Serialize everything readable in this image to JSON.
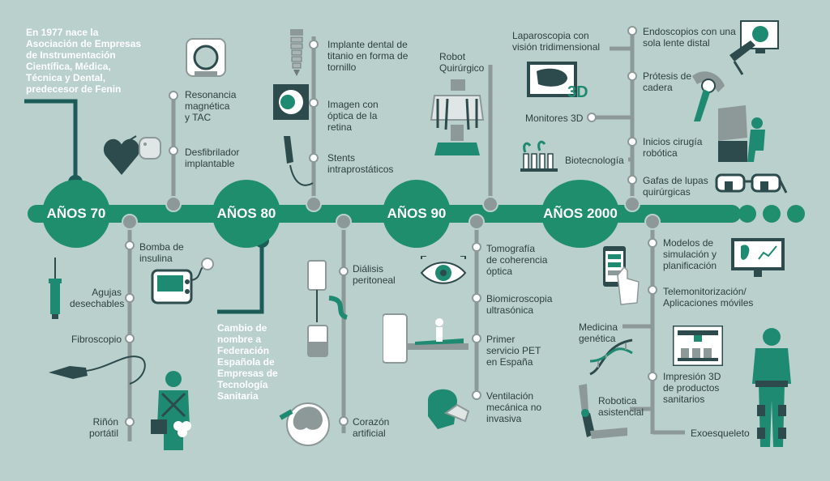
{
  "eras": [
    "AÑOS 70",
    "AÑOS 80",
    "AÑOS 90",
    "AÑOS 2000"
  ],
  "notes": {
    "founding": "En 1977 nace la\nAsociación de Empresas\nde Instrumentación\nCientífica, Médica,\nTécnica y Dental,\npredecesor de Fenin",
    "rename": "Cambio de\nnombre a\nFederación\nEspañola de\nEmpresas de\nTecnología\nSanitaria"
  },
  "milestones": {
    "resonancia": "Resonancia\nmagnética\ny TAC",
    "desfibrilador": "Desfibrilador\nimplantable",
    "bomba": "Bomba de\ninsulina",
    "agujas": "Agujas\ndesechables",
    "fibroscopio": "Fibroscopio",
    "rinon": "Riñón\nportátil",
    "implante": "Implante dental de\ntitanio en forma de\ntornillo",
    "imagen": "Imagen con\nóptica de la\nretina",
    "stents": "Stents\nintraprostáticos",
    "dialisis": "Diálisis\nperitoneal",
    "corazon": "Corazón\nartificial",
    "robot": "Robot\nQuirúrgico",
    "tomografia": "Tomografía\nde coherencia\nóptica",
    "biomicroscopia": "Biomicroscopia\nultrasónica",
    "pet": "Primer\nservicio PET\nen España",
    "ventilacion": "Ventilación\nmecánica no\ninvasiva",
    "laparoscopia": "Laparoscopia con\nvisión tridimensional",
    "monitores": "Monitores 3D",
    "biotecnologia": "Biotecnología",
    "endoscopios": "Endoscopios con una\nsola lente distal",
    "protesis": "Prótesis de\ncadera",
    "cirugia": "Inicios cirugía\nrobótica",
    "gafas": "Gafas de lupas\nquirúrgicas",
    "modelos": "Modelos de\nsimulación y\nplanificación",
    "telemonitorizacion": "Telemonitorización/\nAplicaciones móviles",
    "medicina": "Medicina\ngenética",
    "impresion": "Impresión 3D\nde productos\nsanitarios",
    "robotica": "Robotica\nasistencial",
    "exoesqueleto": "Exoesqueleto"
  },
  "icon_3d": "3D",
  "colors": {
    "background": "#b9d0cd",
    "timeline": "#1e8e6c",
    "connector": "#8d9998",
    "dark_node": "#1c5b58",
    "icon_dark": "#2d4b4d",
    "icon_teal": "#1f8a72"
  }
}
